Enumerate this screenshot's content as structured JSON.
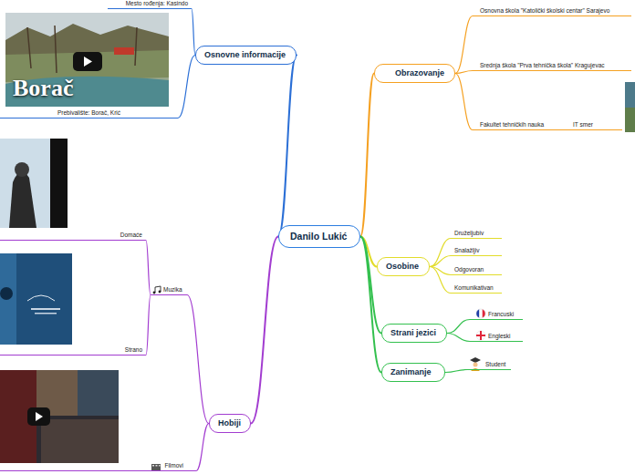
{
  "diagram": {
    "nodes": [
      {
        "text": [
          "Danilo Lukić"
        ]
      },
      {
        "text": [
          "Osnovne informacije"
        ]
      },
      {
        "text": [
          "Mesto rođenja: Kasindo"
        ]
      },
      {
        "text": [
          "Prebivalište: Borač, Krić"
        ]
      },
      {
        "text": [
          "Obrazovanje"
        ]
      },
      {
        "text": [
          "Osnovna škola \"Katolički školski centar\" Sarajevo"
        ]
      },
      {
        "text": [
          "Srednja škola \"Prva tehnička škola\" Kragujevac"
        ]
      },
      {
        "text": [
          "Fakultet tehničkih nauka"
        ]
      },
      {
        "text": [
          "IT smer"
        ]
      },
      {
        "text": [
          "Osobine"
        ]
      },
      {
        "text": [
          "Druželjubiv"
        ]
      },
      {
        "text": [
          "Snalažljiv"
        ]
      },
      {
        "text": [
          "Odgovoran"
        ]
      },
      {
        "text": [
          "Komunikativan"
        ]
      },
      {
        "text": [
          "Strani jezici"
        ]
      },
      {
        "text": [
          "Francuski"
        ]
      },
      {
        "text": [
          "Engleski"
        ]
      },
      {
        "text": [
          "Zanimanje"
        ]
      },
      {
        "text": [
          "Student"
        ]
      },
      {
        "text": [
          "Hobiji"
        ]
      },
      {
        "text": [
          "Muzika"
        ]
      },
      {
        "text": [
          "Domaće"
        ]
      },
      {
        "text": [
          "Strano"
        ]
      },
      {
        "text": [
          "Filmovi"
        ]
      }
    ],
    "edges": [
      {
        "from": 0,
        "to": 1,
        "arrow": "none"
      },
      {
        "from": 1,
        "to": 2,
        "arrow": "none"
      },
      {
        "from": 1,
        "to": 3,
        "arrow": "none"
      },
      {
        "from": 0,
        "to": 4,
        "arrow": "none"
      },
      {
        "from": 4,
        "to": 5,
        "arrow": "none"
      },
      {
        "from": 4,
        "to": 6,
        "arrow": "none"
      },
      {
        "from": 4,
        "to": 7,
        "arrow": "none"
      },
      {
        "from": 7,
        "to": 8,
        "arrow": "none"
      },
      {
        "from": 0,
        "to": 9,
        "arrow": "none"
      },
      {
        "from": 9,
        "to": 10,
        "arrow": "none"
      },
      {
        "from": 9,
        "to": 11,
        "arrow": "none"
      },
      {
        "from": 9,
        "to": 12,
        "arrow": "none"
      },
      {
        "from": 9,
        "to": 13,
        "arrow": "none"
      },
      {
        "from": 0,
        "to": 14,
        "arrow": "none"
      },
      {
        "from": 14,
        "to": 15,
        "arrow": "none"
      },
      {
        "from": 14,
        "to": 16,
        "arrow": "none"
      },
      {
        "from": 0,
        "to": 17,
        "arrow": "none"
      },
      {
        "from": 17,
        "to": 18,
        "arrow": "none"
      },
      {
        "from": 0,
        "to": 19,
        "arrow": "none"
      },
      {
        "from": 19,
        "to": 20,
        "arrow": "none"
      },
      {
        "from": 20,
        "to": 21,
        "arrow": "none"
      },
      {
        "from": 20,
        "to": 22,
        "arrow": "none"
      },
      {
        "from": 19,
        "to": 23,
        "arrow": "none"
      }
    ],
    "labels": [
      "Borač"
    ]
  }
}
